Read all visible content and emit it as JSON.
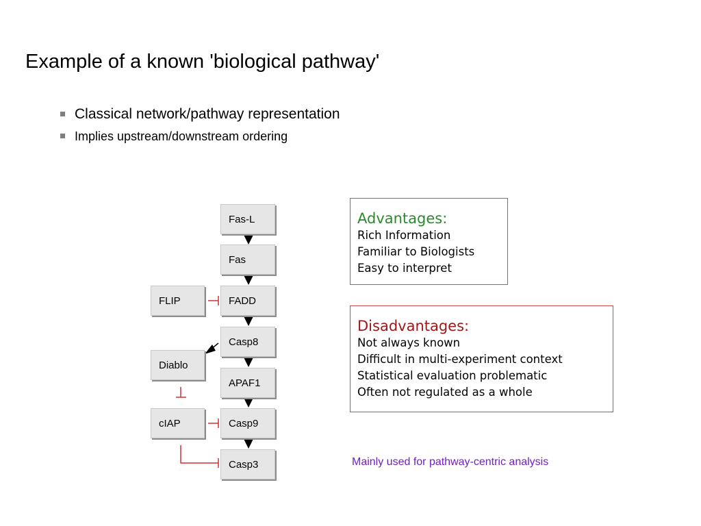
{
  "slide": {
    "title": "Example of a known 'biological pathway'",
    "bullets": [
      "Classical network/pathway representation",
      "Implies upstream/downstream ordering"
    ]
  },
  "diagram": {
    "chain": [
      "Fas-L",
      "Fas",
      "FADD",
      "Casp8",
      "APAF1",
      "Casp9",
      "Casp3"
    ],
    "side": [
      "FLIP",
      "Diablo",
      "cIAP"
    ]
  },
  "advantages": {
    "heading": "Advantages:",
    "items": [
      "Rich Information",
      "Familiar to Biologists",
      "Easy to interpret"
    ]
  },
  "disadvantages": {
    "heading": "Disadvantages:",
    "items": [
      "Not always known",
      "Difficult in multi-experiment context",
      "Statistical evaluation problematic",
      "Often not regulated as a whole"
    ]
  },
  "note": "Mainly used for pathway-centric analysis",
  "colors": {
    "advantages": "#2a8a2a",
    "disadvantages": "#a01818",
    "note": "#7020c0",
    "inhibition": "#d03030",
    "node_fill": "#e6e6e6"
  }
}
